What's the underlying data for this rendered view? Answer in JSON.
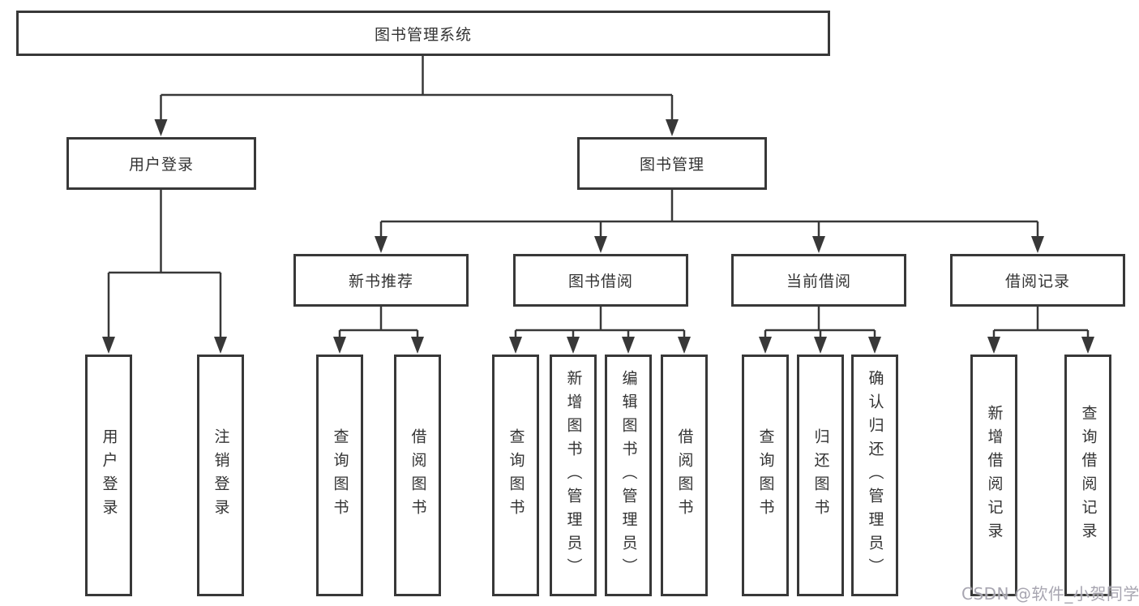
{
  "title": "图书管理系统",
  "tree": {
    "root": {
      "label": "图书管理系统"
    },
    "branches": [
      {
        "label": "用户登录",
        "children": [
          {
            "label": "用户登录"
          },
          {
            "label": "注销登录"
          }
        ]
      },
      {
        "label": "图书管理",
        "children": [
          {
            "label": "新书推荐",
            "children": [
              {
                "label": "查询图书"
              },
              {
                "label": "借阅图书"
              }
            ]
          },
          {
            "label": "图书借阅",
            "children": [
              {
                "label": "查询图书"
              },
              {
                "label": "新增图书（管理员）"
              },
              {
                "label": "编辑图书（管理员）"
              },
              {
                "label": "借阅图书"
              }
            ]
          },
          {
            "label": "当前借阅",
            "children": [
              {
                "label": "查询图书"
              },
              {
                "label": "归还图书"
              },
              {
                "label": "确认归还（管理员）"
              }
            ]
          },
          {
            "label": "借阅记录",
            "children": [
              {
                "label": "新增借阅记录"
              },
              {
                "label": "查询借阅记录"
              }
            ]
          }
        ]
      }
    ]
  },
  "watermark": "CSDN @软件_小贺同学",
  "colors": {
    "line": "#383838",
    "text": "#333333",
    "background": "#ffffff",
    "watermark": "#a3a1ad"
  }
}
